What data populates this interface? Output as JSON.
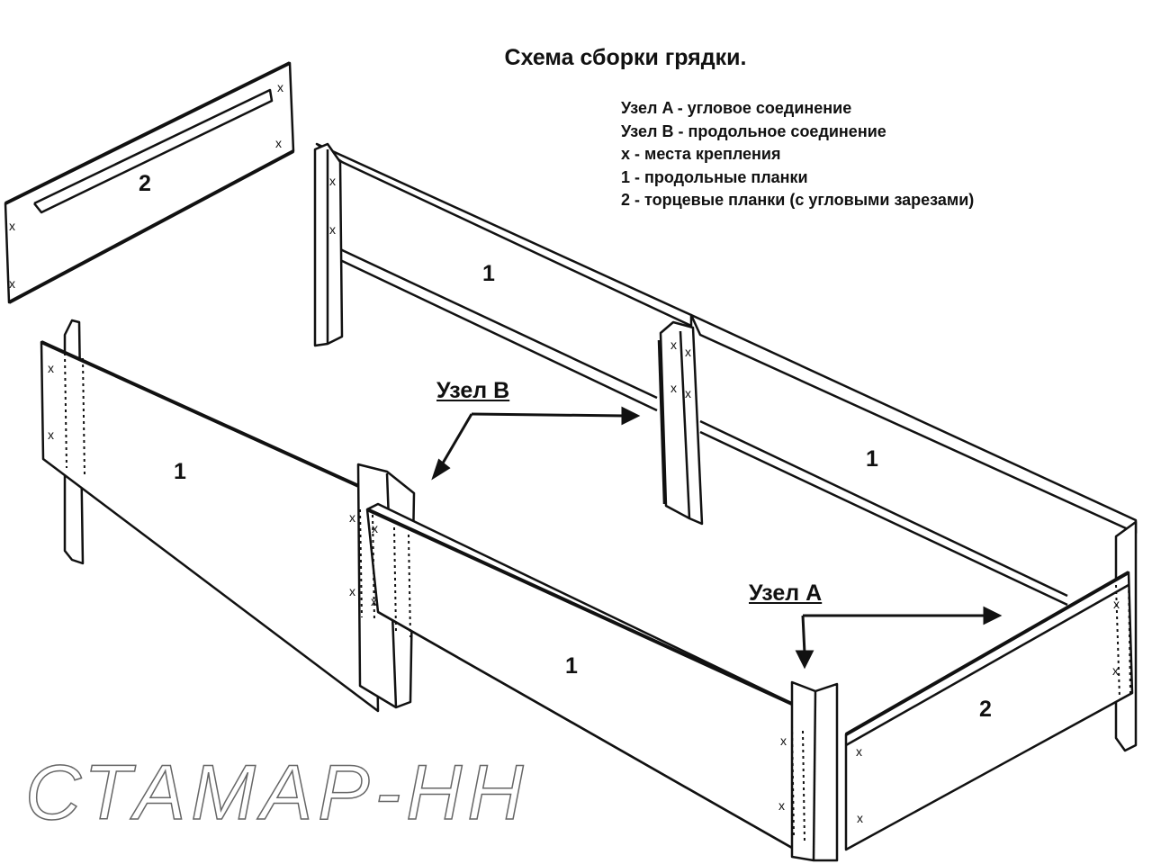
{
  "title": "Схема сборки грядки.",
  "legend": [
    "Узел A - угловое соединение",
    "Узел B - продольное соединение",
    "x - места крепления",
    "1 - продольные планки",
    "2 - торцевые планки (с угловыми зарезами)"
  ],
  "nodes": {
    "b_label": "Узел B",
    "a_label": "Узел A"
  },
  "part_numbers": {
    "end_top": "2",
    "long_back_left": "1",
    "long_back_right": "1",
    "long_front_left": "1",
    "long_front_right": "1",
    "end_right": "2"
  },
  "fastener_mark": "x",
  "watermark": "СТАМАР-НН"
}
